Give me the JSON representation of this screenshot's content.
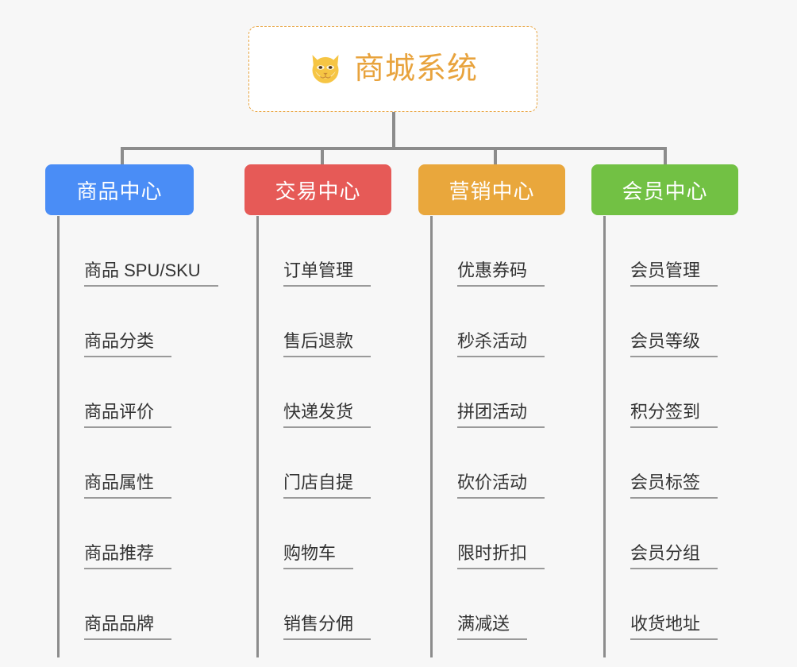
{
  "diagram": {
    "type": "org-tree",
    "background_color": "#f7f7f7",
    "connector_color": "#8c8c8c",
    "root": {
      "title": "商城系统",
      "icon": "shiba-dog-icon",
      "text_color": "#e8a33d",
      "border_color": "#e8a33d",
      "border_style": "dashed",
      "background_color": "#ffffff"
    },
    "columns": [
      {
        "id": "product-center",
        "header": "商品中心",
        "color": "#4a8df6",
        "items": [
          "商品 SPU/SKU",
          "商品分类",
          "商品评价",
          "商品属性",
          "商品推荐",
          "商品品牌"
        ]
      },
      {
        "id": "trade-center",
        "header": "交易中心",
        "color": "#e65a57",
        "items": [
          "订单管理",
          "售后退款",
          "快递发货",
          "门店自提",
          "购物车",
          "销售分佣"
        ]
      },
      {
        "id": "marketing-center",
        "header": "营销中心",
        "color": "#e9a73c",
        "items": [
          "优惠券码",
          "秒杀活动",
          "拼团活动",
          "砍价活动",
          "限时折扣",
          "满减送"
        ]
      },
      {
        "id": "member-center",
        "header": "会员中心",
        "color": "#72c144",
        "items": [
          "会员管理",
          "会员等级",
          "积分签到",
          "会员标签",
          "会员分组",
          "收货地址"
        ]
      }
    ]
  }
}
